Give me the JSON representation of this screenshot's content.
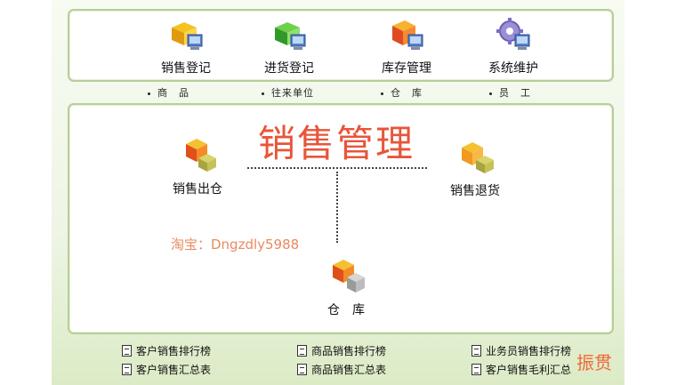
{
  "nav": {
    "items": [
      {
        "label": "销售登记",
        "sub": "商　品"
      },
      {
        "label": "进货登记",
        "sub": "往来单位"
      },
      {
        "label": "库存管理",
        "sub": "仓　库"
      },
      {
        "label": "系统维护",
        "sub": "员　工"
      }
    ]
  },
  "main": {
    "title": "销售管理",
    "nodes": {
      "outbound": "销售出仓",
      "returns": "销售退货",
      "warehouse": "仓　库"
    },
    "watermark": "淘宝：Dngzdly5988"
  },
  "reports": {
    "col1": [
      "客户销售排行榜",
      "客户销售汇总表"
    ],
    "col2": [
      "商品销售排行榜",
      "商品销售汇总表"
    ],
    "col3": [
      "业务员销售排行榜",
      "客户销售毛利汇总"
    ]
  },
  "brand": "振贯",
  "colors": {
    "accent": "#e8553a",
    "border": "#b6cf98",
    "green_bg": "#dcebc6"
  }
}
